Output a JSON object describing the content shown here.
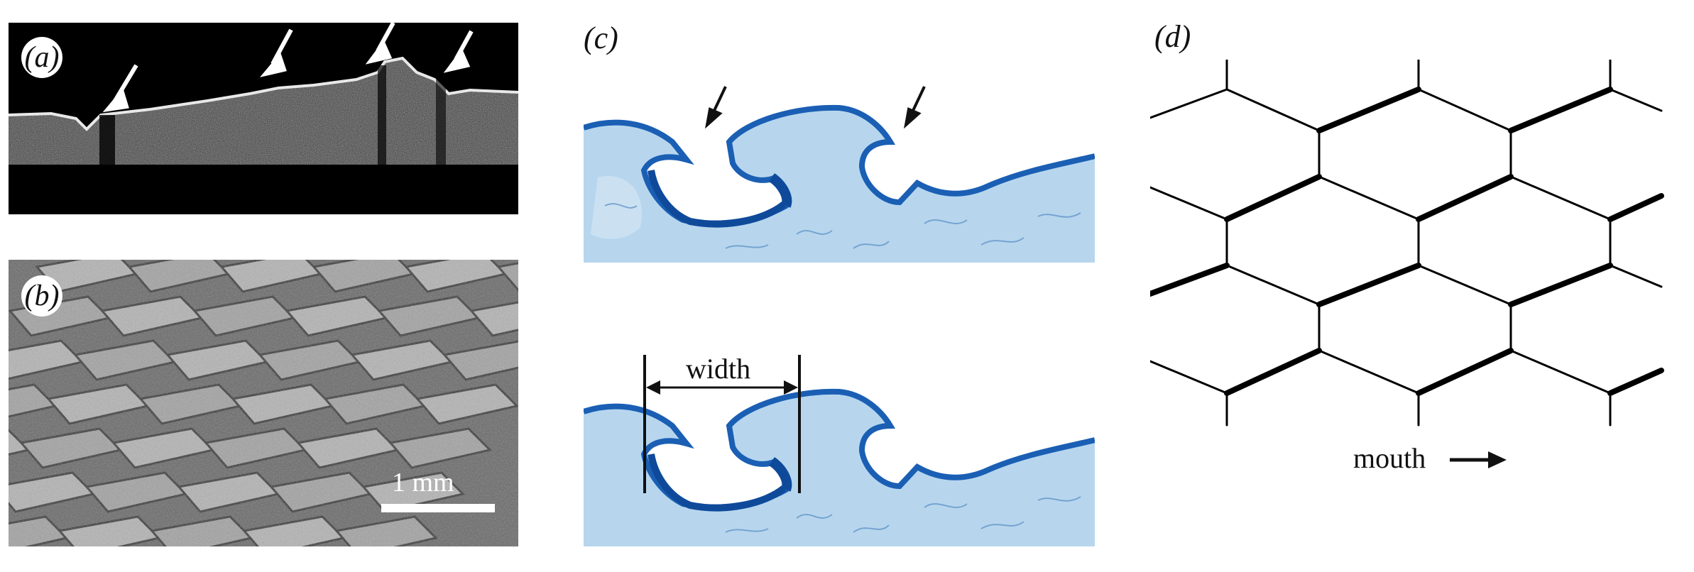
{
  "panels": {
    "a": {
      "label": "(a)"
    },
    "b": {
      "label": "(b)",
      "scale_bar_label": "1 mm"
    },
    "c": {
      "label": "(c)",
      "measure_label": "width"
    },
    "d": {
      "label": "(d)",
      "direction_label": "mouth"
    }
  },
  "colors": {
    "stain_dark": "#1a5fb4",
    "stain_light": "#a9cde8",
    "oct_background": "#000000",
    "sem_gray": "#8a8a8a"
  }
}
